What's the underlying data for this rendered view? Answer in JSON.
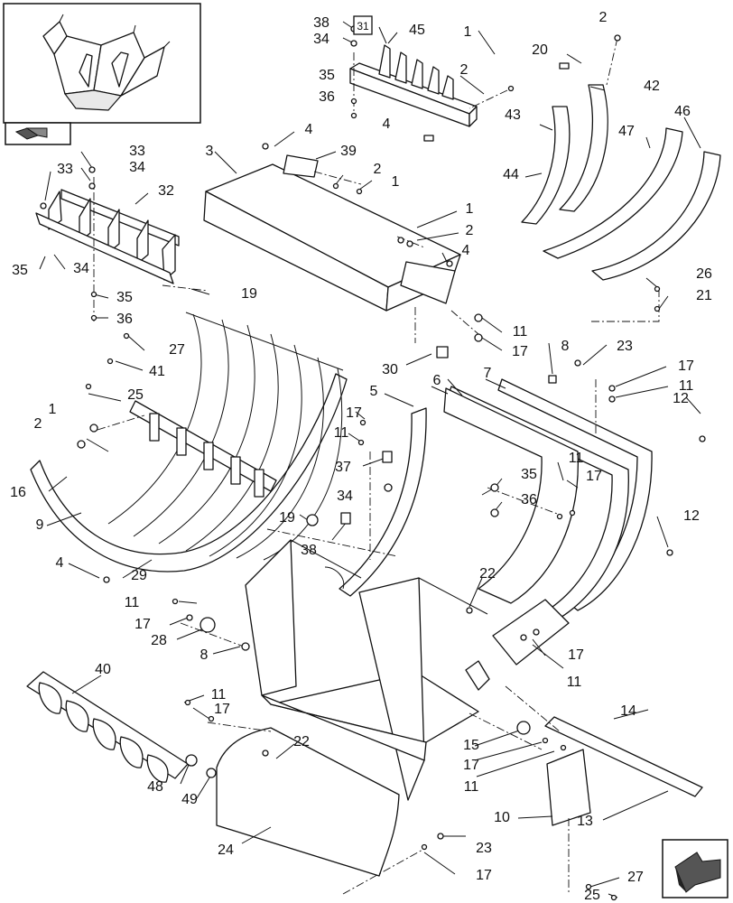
{
  "diagram": {
    "inset_box_label": "31",
    "labels": [
      {
        "id": "l38a",
        "text": "38"
      },
      {
        "id": "l34a",
        "text": "34"
      },
      {
        "id": "l31",
        "text": "31"
      },
      {
        "id": "l45",
        "text": "45"
      },
      {
        "id": "l1a",
        "text": "1"
      },
      {
        "id": "l2a",
        "text": "2"
      },
      {
        "id": "l35a",
        "text": "35"
      },
      {
        "id": "l36a",
        "text": "36"
      },
      {
        "id": "l4a",
        "text": "4"
      },
      {
        "id": "l2b",
        "text": "2"
      },
      {
        "id": "l20",
        "text": "20"
      },
      {
        "id": "l42",
        "text": "42"
      },
      {
        "id": "l43",
        "text": "43"
      },
      {
        "id": "l46",
        "text": "46"
      },
      {
        "id": "l47",
        "text": "47"
      },
      {
        "id": "l44",
        "text": "44"
      },
      {
        "id": "l33a",
        "text": "33"
      },
      {
        "id": "l34b",
        "text": "34"
      },
      {
        "id": "l33b",
        "text": "33"
      },
      {
        "id": "l32",
        "text": "32"
      },
      {
        "id": "l3",
        "text": "3"
      },
      {
        "id": "l4b",
        "text": "4"
      },
      {
        "id": "l39",
        "text": "39"
      },
      {
        "id": "l2c",
        "text": "2"
      },
      {
        "id": "l1b",
        "text": "1"
      },
      {
        "id": "l1c",
        "text": "1"
      },
      {
        "id": "l2d",
        "text": "2"
      },
      {
        "id": "l4c",
        "text": "4"
      },
      {
        "id": "l35b",
        "text": "35"
      },
      {
        "id": "l34c",
        "text": "34"
      },
      {
        "id": "l19a",
        "text": "19"
      },
      {
        "id": "l35c",
        "text": "35"
      },
      {
        "id": "l36b",
        "text": "36"
      },
      {
        "id": "l26",
        "text": "26"
      },
      {
        "id": "l21",
        "text": "21"
      },
      {
        "id": "l11a",
        "text": "11"
      },
      {
        "id": "l17a",
        "text": "17"
      },
      {
        "id": "l27a",
        "text": "27"
      },
      {
        "id": "l41",
        "text": "41"
      },
      {
        "id": "l30",
        "text": "30"
      },
      {
        "id": "l8a",
        "text": "8"
      },
      {
        "id": "l23a",
        "text": "23"
      },
      {
        "id": "l17b",
        "text": "17"
      },
      {
        "id": "l11b",
        "text": "11"
      },
      {
        "id": "l25a",
        "text": "25"
      },
      {
        "id": "l6",
        "text": "6"
      },
      {
        "id": "l7",
        "text": "7"
      },
      {
        "id": "l5",
        "text": "5"
      },
      {
        "id": "l12a",
        "text": "12"
      },
      {
        "id": "l1d",
        "text": "1"
      },
      {
        "id": "l2e",
        "text": "2"
      },
      {
        "id": "l17c",
        "text": "17"
      },
      {
        "id": "l11c",
        "text": "11"
      },
      {
        "id": "l37",
        "text": "37"
      },
      {
        "id": "l35d",
        "text": "35"
      },
      {
        "id": "l11d",
        "text": "11"
      },
      {
        "id": "l17d",
        "text": "17"
      },
      {
        "id": "l16",
        "text": "16"
      },
      {
        "id": "l34d",
        "text": "34"
      },
      {
        "id": "l36c",
        "text": "36"
      },
      {
        "id": "l9",
        "text": "9"
      },
      {
        "id": "l19b",
        "text": "19"
      },
      {
        "id": "l38b",
        "text": "38"
      },
      {
        "id": "l12b",
        "text": "12"
      },
      {
        "id": "l4d",
        "text": "4"
      },
      {
        "id": "l29",
        "text": "29"
      },
      {
        "id": "l22a",
        "text": "22"
      },
      {
        "id": "l11e",
        "text": "11"
      },
      {
        "id": "l17e",
        "text": "17"
      },
      {
        "id": "l28",
        "text": "28"
      },
      {
        "id": "l8b",
        "text": "8"
      },
      {
        "id": "l17f",
        "text": "17"
      },
      {
        "id": "l11f",
        "text": "11"
      },
      {
        "id": "l40",
        "text": "40"
      },
      {
        "id": "l11g",
        "text": "11"
      },
      {
        "id": "l17g",
        "text": "17"
      },
      {
        "id": "l14",
        "text": "14"
      },
      {
        "id": "l22b",
        "text": "22"
      },
      {
        "id": "l15",
        "text": "15"
      },
      {
        "id": "l17h",
        "text": "17"
      },
      {
        "id": "l11h",
        "text": "11"
      },
      {
        "id": "l48",
        "text": "48"
      },
      {
        "id": "l49",
        "text": "49"
      },
      {
        "id": "l10",
        "text": "10"
      },
      {
        "id": "l13",
        "text": "13"
      },
      {
        "id": "l24",
        "text": "24"
      },
      {
        "id": "l23b",
        "text": "23"
      },
      {
        "id": "l27b",
        "text": "27"
      },
      {
        "id": "l17i",
        "text": "17"
      },
      {
        "id": "l25b",
        "text": "25"
      }
    ]
  }
}
